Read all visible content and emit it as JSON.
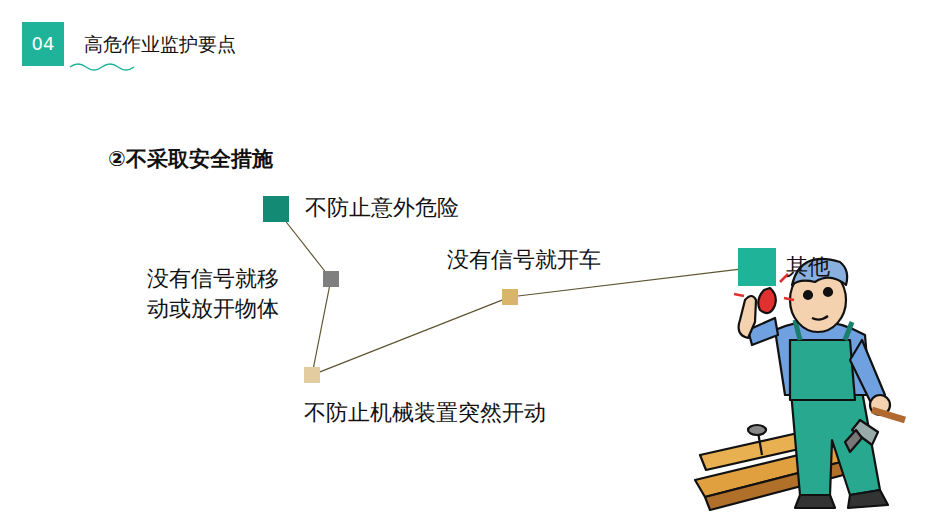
{
  "diagram": {
    "title": "高危作业监护要点",
    "nodes": [
      {
        "text": [
          "不防止意外危险"
        ]
      },
      {
        "text": [
          "没有信号就移动或放开物体"
        ]
      },
      {
        "text": [
          "不防止机械装置突然开动"
        ]
      },
      {
        "text": [
          "没有信号就开车"
        ]
      },
      {
        "text": [
          "其他"
        ]
      }
    ],
    "edges": [
      {
        "from": 0,
        "to": 1,
        "arrow": "none"
      },
      {
        "from": 1,
        "to": 2,
        "arrow": "none"
      },
      {
        "from": 2,
        "to": 3,
        "arrow": "none"
      },
      {
        "from": 3,
        "to": 4,
        "arrow": "none"
      }
    ],
    "labels": [
      "04",
      "②不采取安全措施"
    ]
  }
}
